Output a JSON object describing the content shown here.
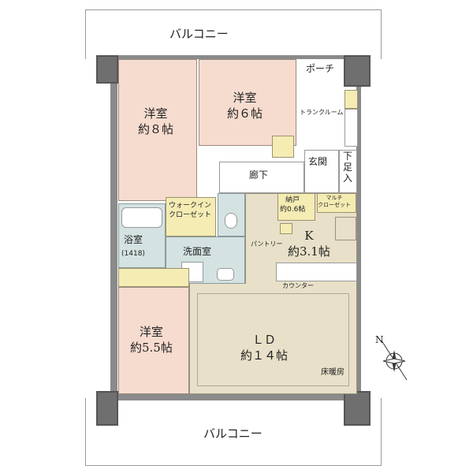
{
  "balcony_top": "バルコニー",
  "balcony_bottom": "バルコニー",
  "rooms": {
    "western8": {
      "name": "洋室",
      "size": "約８帖"
    },
    "western6": {
      "name": "洋室",
      "size": "約６帖"
    },
    "western55": {
      "name": "洋室",
      "size": "約5.5帖"
    },
    "hallway": "廊下",
    "entrance": "玄関",
    "shoe": "下足入",
    "porch": "ポーチ",
    "trunk": "トランクルーム",
    "wic": {
      "l1": "ウォークイン",
      "l2": "クローゼット"
    },
    "bath": {
      "name": "浴室",
      "size": "(1418)"
    },
    "washroom": "洗面室",
    "storage": {
      "name": "納戸",
      "size": "約0.6帖"
    },
    "multi": {
      "l1": "マルチ",
      "l2": "クローゼット"
    },
    "pantry": "パントリー",
    "kitchen": {
      "name": "K",
      "size": "約3.1帖"
    },
    "counter": "カウンター",
    "ld": {
      "name": "ＬＤ",
      "size": "約１４帖"
    },
    "floorheat": "床暖房"
  },
  "compass": "N",
  "colors": {
    "bedroom": "#f6dccf",
    "living": "#e8e0c8",
    "wet": "#d4e2e2",
    "storage": "#f5ecb4"
  }
}
